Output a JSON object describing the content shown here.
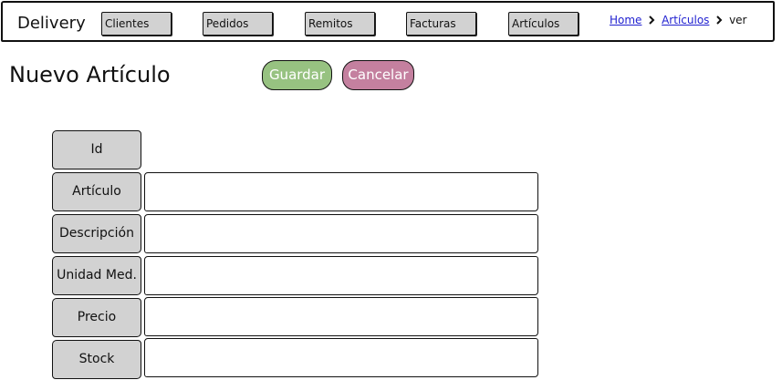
{
  "header": {
    "app_title": "Delivery",
    "nav": [
      {
        "label": "Clientes"
      },
      {
        "label": "Pedidos"
      },
      {
        "label": "Remitos"
      },
      {
        "label": "Facturas"
      },
      {
        "label": "Artículos"
      }
    ],
    "breadcrumb": {
      "home": "Home",
      "section": "Artículos",
      "current": "ver",
      "separator_icon": "chevron-right-icon"
    }
  },
  "page": {
    "title": "Nuevo Artículo",
    "save_label": "Guardar",
    "cancel_label": "Cancelar",
    "save_color": "#97c281",
    "cancel_color": "#c4809f"
  },
  "form": {
    "fields": [
      {
        "label": "Id",
        "value": ""
      },
      {
        "label": "Artículo",
        "value": ""
      },
      {
        "label": "Descripción",
        "value": ""
      },
      {
        "label": "Unidad Med.",
        "value": ""
      },
      {
        "label": "Precio",
        "value": ""
      },
      {
        "label": "Stock",
        "value": ""
      }
    ]
  }
}
